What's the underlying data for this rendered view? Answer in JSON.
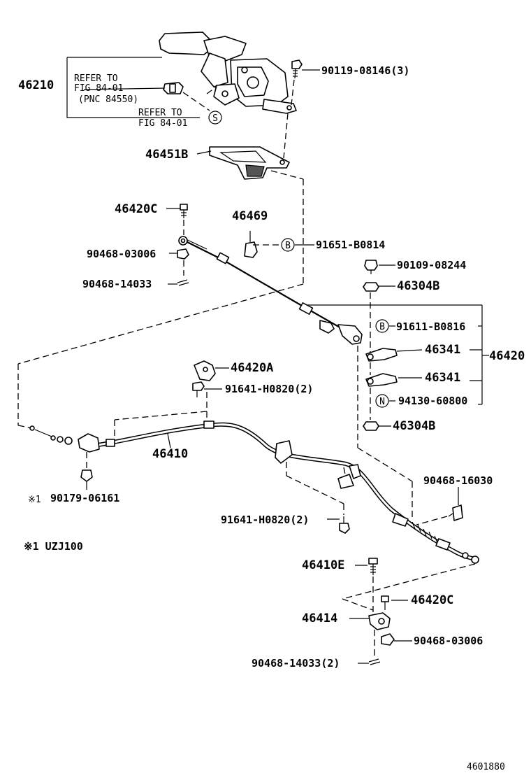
{
  "parts": {
    "p46210": "46210",
    "refer1_line1": "REFER TO",
    "refer1_line2": "FIG 84-01",
    "refer1_line3": "(PNC 84550)",
    "refer2_line1": "REFER TO",
    "refer2_line2": "FIG 84-01",
    "p90119": "90119-08146(3)",
    "p46451b": "46451B",
    "p46420c_top": "46420C",
    "p46469": "46469",
    "p91651": "91651-B0814",
    "p90468_03006_top": "90468-03006",
    "p90468_14033_top": "90468-14033",
    "p90109": "90109-08244",
    "p46304b_top": "46304B",
    "p91611": "91611-B0816",
    "p46341_a": "46341",
    "p46420": "46420",
    "p46341_b": "46341",
    "p94130": "94130-60800",
    "p46304b_bot": "46304B",
    "p46420a": "46420A",
    "p91641_top": "91641-H0820(2)",
    "p46410": "46410",
    "p90179": "90179-06161",
    "note_mark": "※1",
    "note_text": "※1 UZJ100",
    "p90468_16030": "90468-16030",
    "p91641_bot": "91641-H0820(2)",
    "p46410e": "46410E",
    "p46420c_bot": "46420C",
    "p46414": "46414",
    "p90468_03006_bot": "90468-03006",
    "p90468_14033_bot": "90468-14033(2)"
  },
  "symbols": {
    "s_marker": "S",
    "b_marker_1": "B",
    "b_marker_2": "B",
    "n_marker": "N"
  },
  "figure_number": "4601880"
}
